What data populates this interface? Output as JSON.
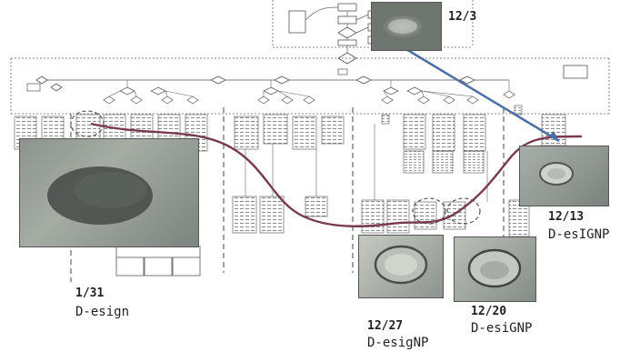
{
  "annotations": [
    {
      "date": "12/3",
      "label": ""
    },
    {
      "date": "12/13",
      "label": "D-esIGNP"
    },
    {
      "date": "1/31",
      "label": "D-esign"
    },
    {
      "date": "12/27",
      "label": "D-esigNP"
    },
    {
      "date": "12/20",
      "label": "D-esiGNP"
    }
  ],
  "colors": {
    "trajectory": "#7a3a4e",
    "arrow": "#4a6fa5",
    "flowchart_line": "#555555",
    "background": "#ffffff"
  }
}
